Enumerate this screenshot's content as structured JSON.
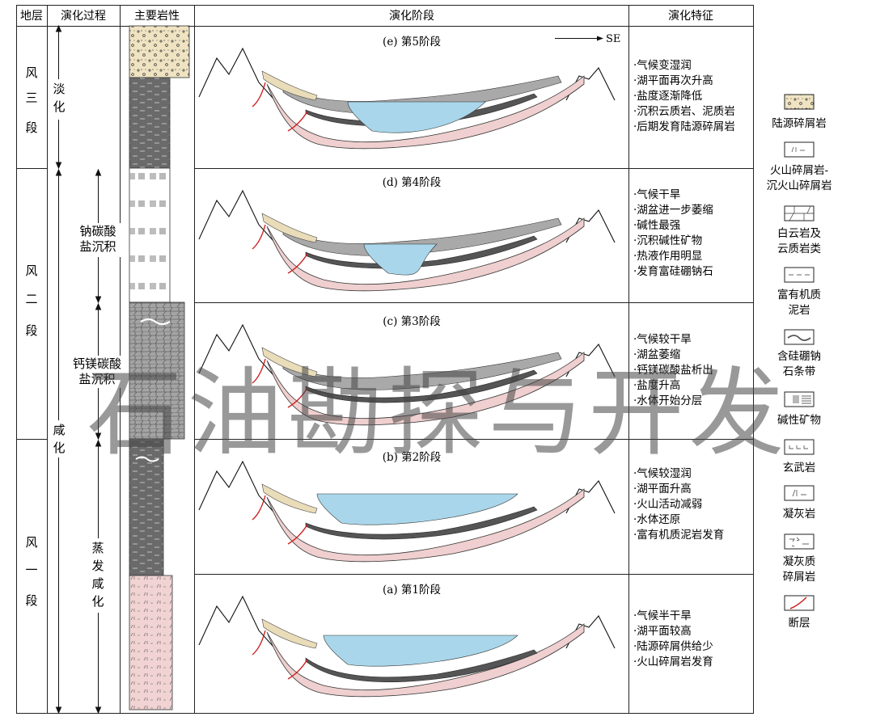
{
  "headers": {
    "stratum": "地层",
    "evolution_process": "演化过程",
    "main_lithology": "主要岩性",
    "evolution_stage": "演化阶段",
    "evolution_features": "演化特征"
  },
  "strata": [
    {
      "chars": [
        "风",
        "三",
        "段"
      ]
    },
    {
      "chars": [
        "风",
        "二",
        "段"
      ]
    },
    {
      "chars": [
        "风",
        "一",
        "段"
      ]
    }
  ],
  "process": {
    "freshening": [
      "淡",
      "化"
    ],
    "salinization": [
      "咸",
      "化"
    ],
    "sodium_carbonate": [
      "钠碳酸",
      "盐沉积"
    ],
    "ca_mg_carbonate": [
      "钙镁碳酸",
      "盐沉积"
    ],
    "evaporation": [
      "蒸",
      "发",
      "咸",
      "化"
    ]
  },
  "direction_label": "SE",
  "stages": [
    {
      "title": "(e) 第5阶段",
      "features": [
        "·气候变湿润",
        "·湖平面再次升高",
        "·盐度逐渐降低",
        "·沉积云质岩、泥质岩",
        "·后期发育陆源碎屑岩"
      ]
    },
    {
      "title": "(d) 第4阶段",
      "features": [
        "·气候干旱",
        "·湖盆进一步萎缩",
        "·碱性最强",
        "·沉积碱性矿物",
        "·热液作用明显",
        "·发育富硅硼钠石"
      ]
    },
    {
      "title": "(c) 第3阶段",
      "features": [
        "·气候较干旱",
        "·湖盆萎缩",
        "·钙镁碳酸盐析出",
        "·盐度升高",
        "·水体开始分层"
      ]
    },
    {
      "title": "(b) 第2阶段",
      "features": [
        "·气候较湿润",
        "·湖平面升高",
        "·火山活动减弱",
        "·水体还原",
        "·富有机质泥岩发育"
      ]
    },
    {
      "title": "(a) 第1阶段",
      "features": [
        "·气候半干旱",
        "·湖平面较高",
        "·陆源碎屑供给少",
        "·火山碎屑岩发育"
      ]
    }
  ],
  "legend": [
    {
      "icon": "terrigenous-clastic",
      "lines": [
        "陆源碎屑岩"
      ]
    },
    {
      "icon": "volcaniclastic",
      "lines": [
        "火山碎屑岩-",
        "沉火山碎屑岩"
      ]
    },
    {
      "icon": "dolomite",
      "lines": [
        "白云岩及",
        "云质岩类"
      ]
    },
    {
      "icon": "organic-mudstone",
      "lines": [
        "富有机质",
        "泥岩"
      ]
    },
    {
      "icon": "reedmergnerite-band",
      "lines": [
        "含硅硼钠",
        "石条带"
      ]
    },
    {
      "icon": "alkaline-mineral",
      "lines": [
        "碱性矿物"
      ]
    },
    {
      "icon": "basalt",
      "lines": [
        "玄武岩"
      ]
    },
    {
      "icon": "tuff",
      "lines": [
        "凝灰岩"
      ]
    },
    {
      "icon": "tuffaceous-clastic",
      "lines": [
        "凝灰质",
        "碎屑岩"
      ]
    },
    {
      "icon": "fault",
      "lines": [
        "断层"
      ]
    }
  ],
  "watermark": "石油勘探与开发",
  "colors": {
    "water": "#a9d6ea",
    "volcanic_pink": "#efcfcf",
    "clastic_tan": "#e9dcb8",
    "dolomite_gray": "#a9a9a9",
    "mudstone_dark": "#555555",
    "fault_red": "#cc2020"
  }
}
